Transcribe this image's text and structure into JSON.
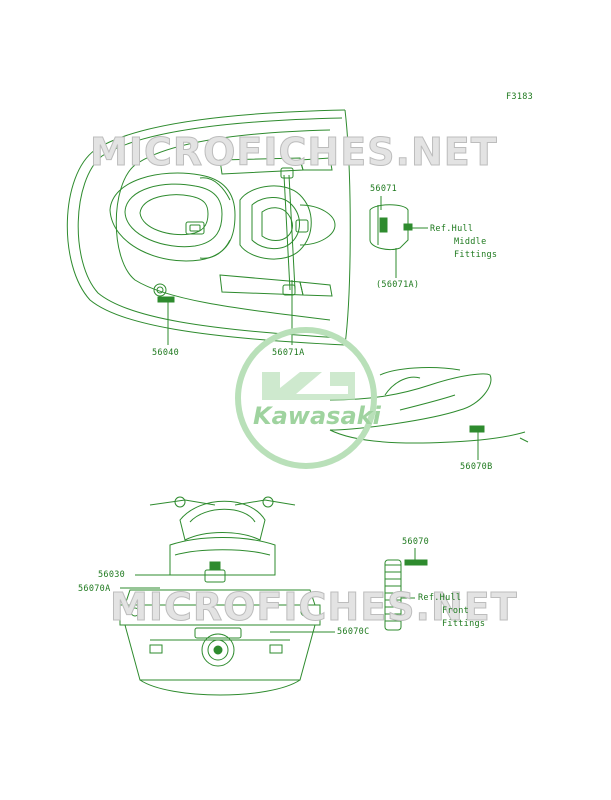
{
  "figure_code": "F3183",
  "watermark": {
    "text": "MICROFICHES.NET",
    "brand": "Kawasaki"
  },
  "colors": {
    "line": "#2e8b2e",
    "label": "#1f7a1f",
    "watermark": "#d5d5d5",
    "logo": "#a8d8a8"
  },
  "parts": {
    "p56071": "56071",
    "p56071A_paren": "(56071A)",
    "p56040": "56040",
    "p56071A": "56071A",
    "p56070B": "56070B",
    "p56070": "56070",
    "p56030": "56030",
    "p56070A": "56070A",
    "p56070C": "56070C"
  },
  "refs": {
    "middle": [
      "Ref.Hull",
      "Middle",
      "Fittings"
    ],
    "front": [
      "Ref.Hull",
      "Front",
      "Fittings"
    ]
  }
}
